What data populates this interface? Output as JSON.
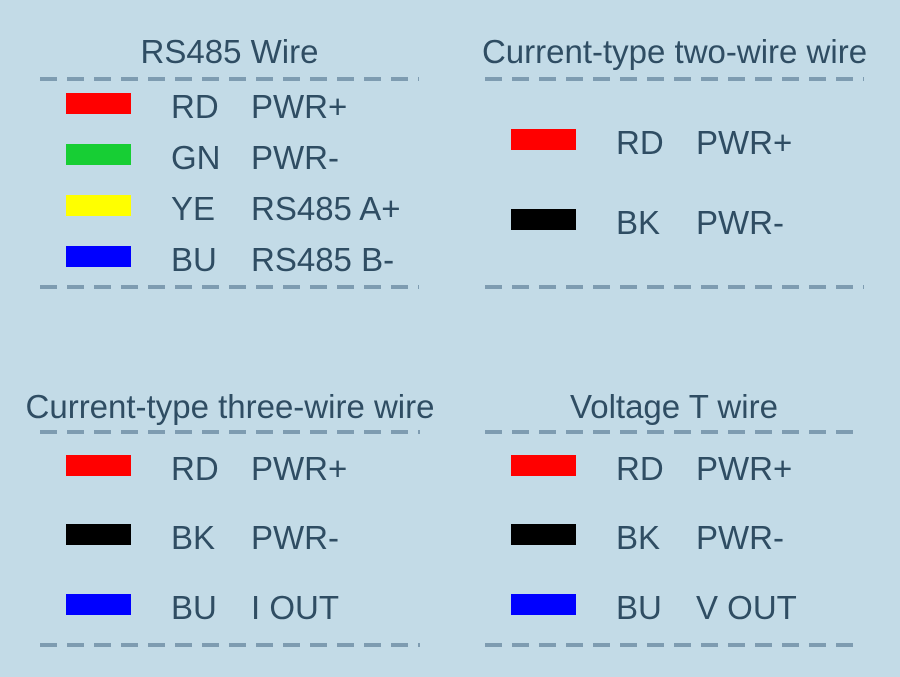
{
  "theme": {
    "background": "#C3DBE7",
    "text_color": "#2F4D63",
    "dash_color": "#7E9CB1"
  },
  "panels": [
    {
      "title": "RS485 Wire",
      "rows": [
        {
          "color_name": "red",
          "color": "#FF0000",
          "code": "RD",
          "signal": "PWR+"
        },
        {
          "color_name": "green",
          "color": "#17CE34",
          "code": "GN",
          "signal": "PWR-"
        },
        {
          "color_name": "yellow",
          "color": "#FFFF00",
          "code": "YE",
          "signal": "RS485 A+"
        },
        {
          "color_name": "blue",
          "color": "#0000FF",
          "code": "BU",
          "signal": "RS485 B-"
        }
      ]
    },
    {
      "title": "Current-type two-wire wire",
      "rows": [
        {
          "color_name": "red",
          "color": "#FF0000",
          "code": "RD",
          "signal": "PWR+"
        },
        {
          "color_name": "black",
          "color": "#000000",
          "code": "BK",
          "signal": "PWR-"
        }
      ]
    },
    {
      "title": "Current-type three-wire wire",
      "rows": [
        {
          "color_name": "red",
          "color": "#FF0000",
          "code": "RD",
          "signal": "PWR+"
        },
        {
          "color_name": "black",
          "color": "#000000",
          "code": "BK",
          "signal": "PWR-"
        },
        {
          "color_name": "blue",
          "color": "#0000FF",
          "code": "BU",
          "signal": "I OUT"
        }
      ]
    },
    {
      "title": "Voltage T wire",
      "rows": [
        {
          "color_name": "red",
          "color": "#FF0000",
          "code": "RD",
          "signal": "PWR+"
        },
        {
          "color_name": "black",
          "color": "#000000",
          "code": "BK",
          "signal": "PWR-"
        },
        {
          "color_name": "blue",
          "color": "#0000FF",
          "code": "BU",
          "signal": "V OUT"
        }
      ]
    }
  ]
}
